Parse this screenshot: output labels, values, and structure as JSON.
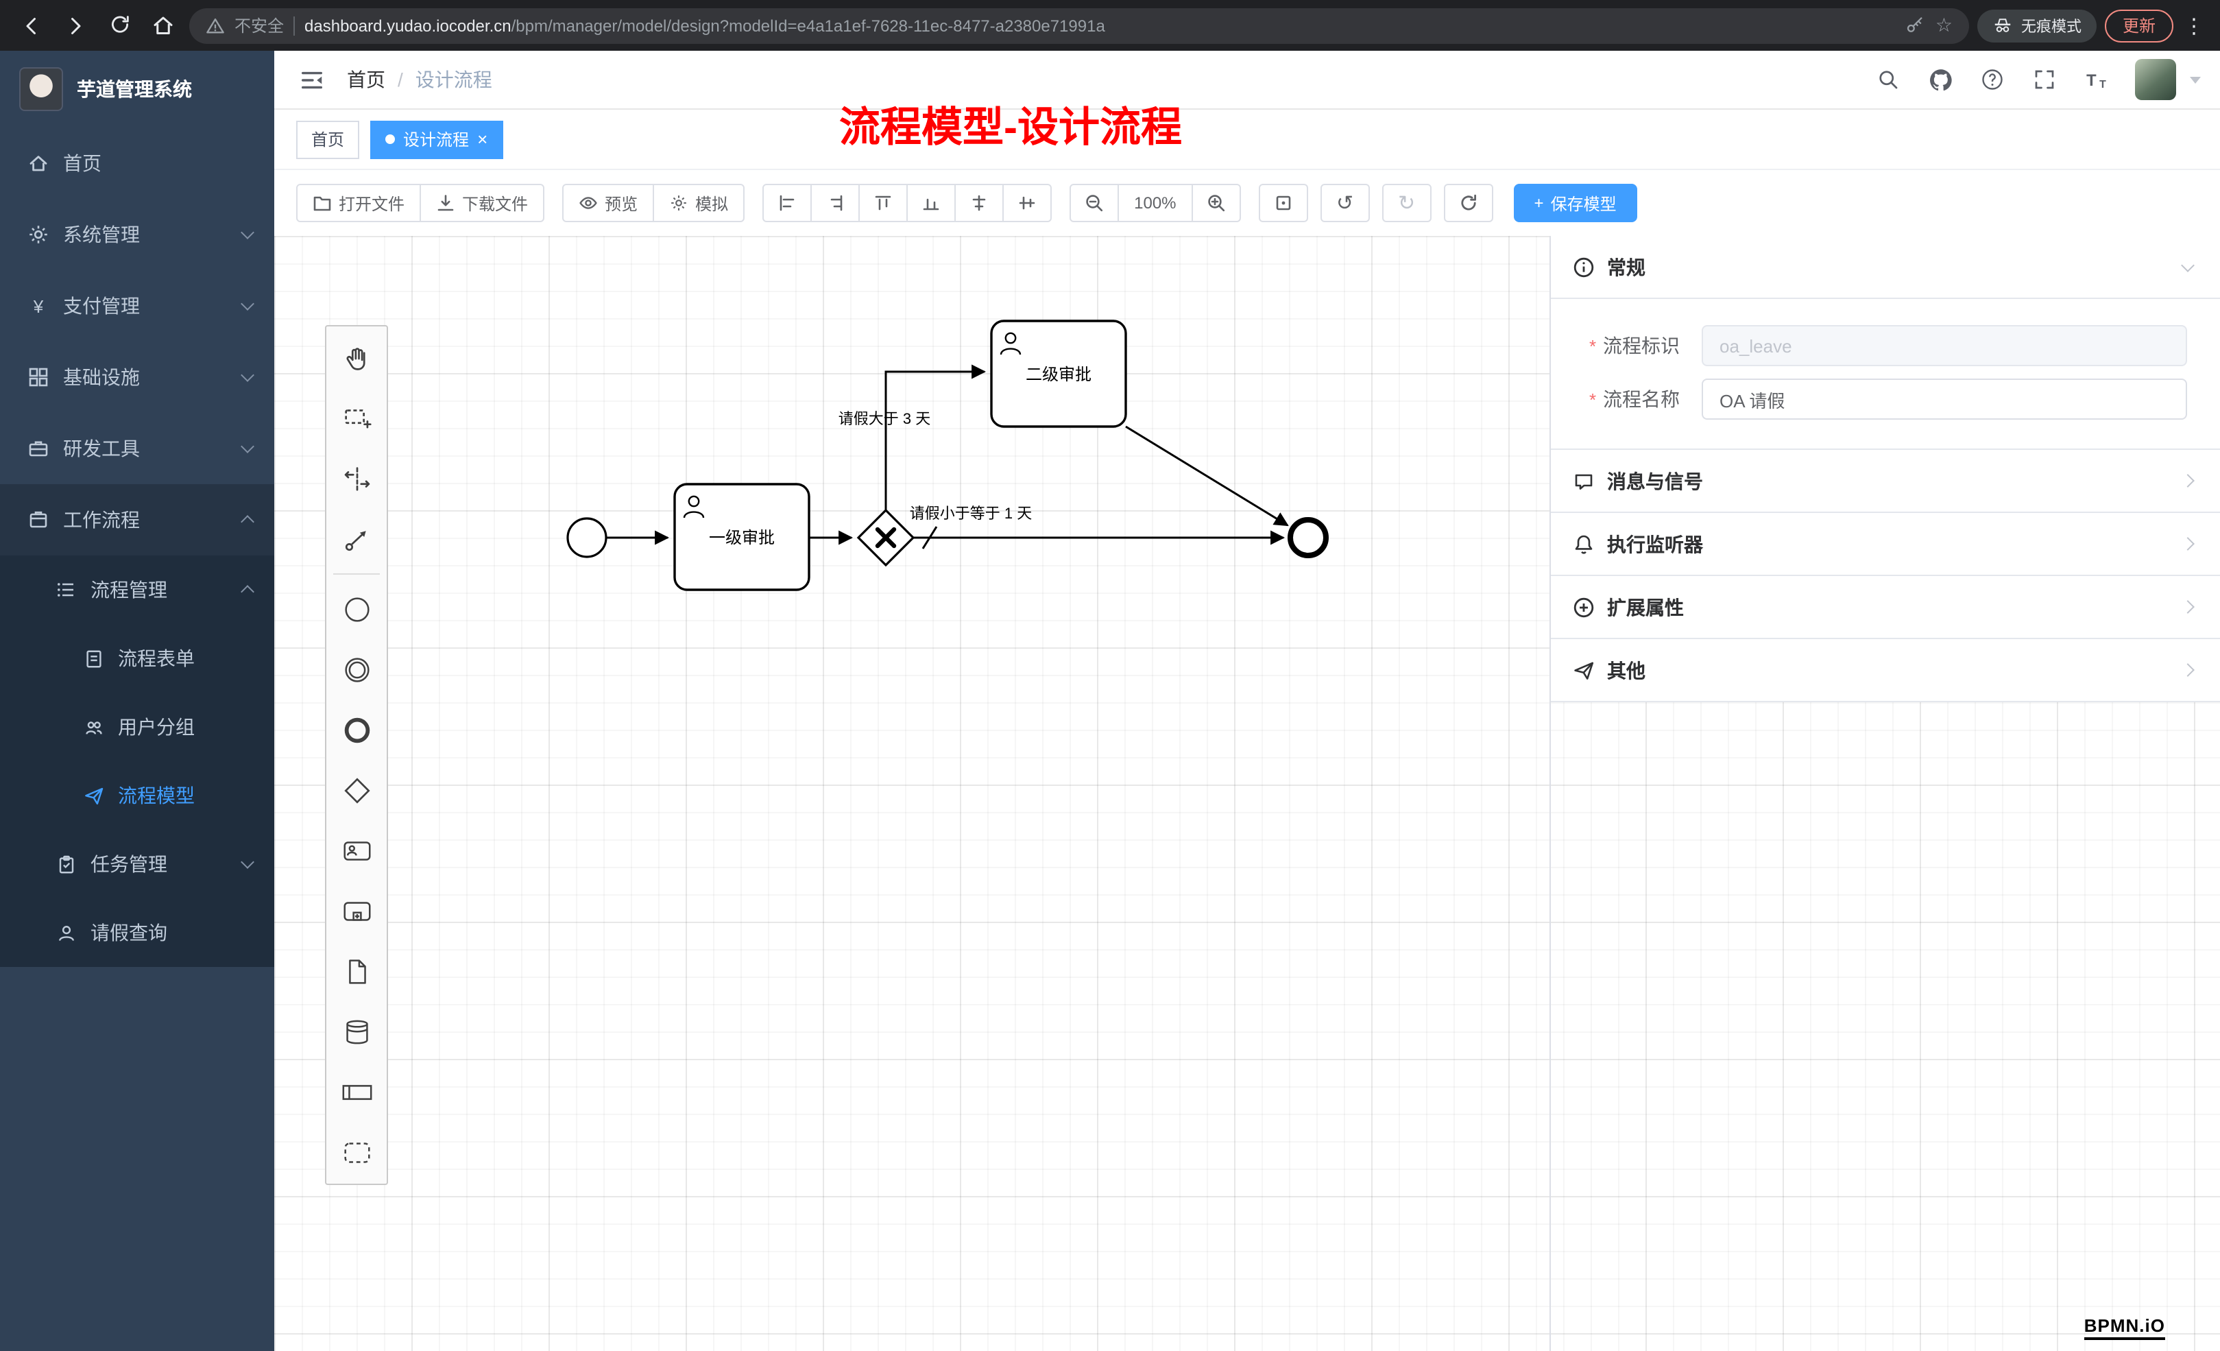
{
  "colors": {
    "accent": "#409eff",
    "annotation_red": "#ff0000",
    "sidebar_bg": "#304156",
    "submenu_bg": "#1f2d3d",
    "danger": "#f56c6c"
  },
  "browser": {
    "security_label": "不安全",
    "url_domain": "dashboard.yudao.iocoder.cn",
    "url_path": "/bpm/manager/model/design?modelId=e4a1a1ef-7628-11ec-8477-a2380e71991a",
    "incognito_label": "无痕模式",
    "update_label": "更新",
    "menu_icon": "⋮",
    "star_icon": "☆"
  },
  "sidebar": {
    "app_title": "芋道管理系统",
    "items": [
      {
        "label": "首页"
      },
      {
        "label": "系统管理"
      },
      {
        "label": "支付管理"
      },
      {
        "label": "基础设施"
      },
      {
        "label": "研发工具"
      },
      {
        "label": "工作流程"
      },
      {
        "label": "流程管理"
      },
      {
        "label": "流程表单"
      },
      {
        "label": "用户分组"
      },
      {
        "label": "流程模型"
      },
      {
        "label": "任务管理"
      },
      {
        "label": "请假查询"
      }
    ]
  },
  "header": {
    "breadcrumb_home": "首页",
    "breadcrumb_sep": "/",
    "breadcrumb_current": "设计流程",
    "annotation": "流程模型-设计流程"
  },
  "tabs": {
    "home_label": "首页",
    "active_label": "设计流程",
    "close_icon": "×"
  },
  "toolbar": {
    "open_label": "打开文件",
    "download_label": "下载文件",
    "preview_label": "预览",
    "simulate_label": "模拟",
    "zoom_level": "100%",
    "undo_icon": "↺",
    "redo_icon": "↻",
    "save_plus": "+",
    "save_label": "保存模型"
  },
  "diagram": {
    "task1_label": "一级审批",
    "task2_label": "二级审批",
    "flow_condition_gt": "请假大于 3 天",
    "flow_condition_le": "请假小于等于 1 天"
  },
  "panel": {
    "required_mark": "*",
    "general_title": "常规",
    "process_key_label": "流程标识",
    "process_key_value": "oa_leave",
    "process_name_label": "流程名称",
    "process_name_value": "OA 请假",
    "sections": [
      {
        "title": "消息与信号"
      },
      {
        "title": "执行监听器"
      },
      {
        "title": "扩展属性"
      },
      {
        "title": "其他"
      }
    ]
  },
  "watermark": "BPMN.iO"
}
